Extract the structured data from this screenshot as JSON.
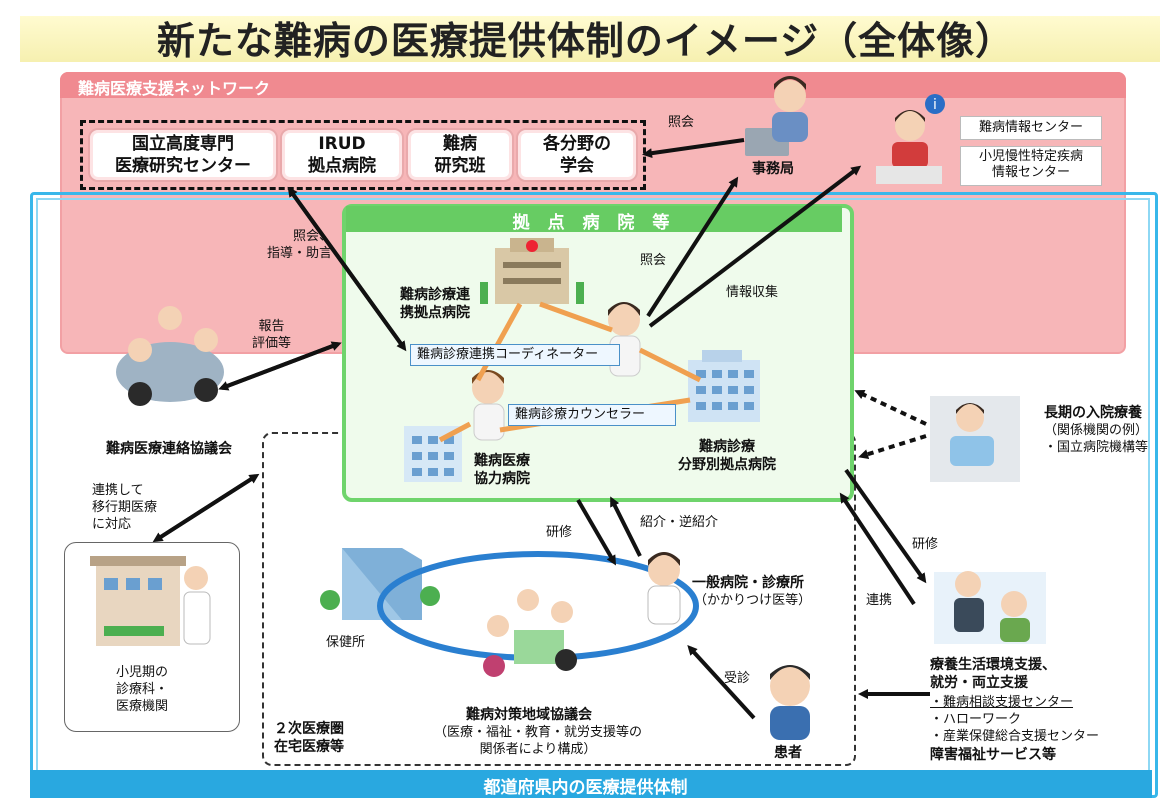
{
  "title": "新たな難病の医療提供体制のイメージ（全体像）",
  "network": {
    "header": "難病医療支援ネットワーク",
    "institutions": [
      {
        "line1": "国立高度専門",
        "line2": "医療研究センター"
      },
      {
        "line1": "IRUD",
        "line2": "拠点病院"
      },
      {
        "line1": "難病",
        "line2": "研究班"
      },
      {
        "line1": "各分野の",
        "line2": "学会"
      }
    ],
    "shokai_top": "照会",
    "jimukyoku": "事務局",
    "info_centers": [
      "難病情報センター",
      "小児慢性特定疾病",
      "情報センター"
    ]
  },
  "hub": {
    "header": "拠 点 病 院 等",
    "renkei_hospital": [
      "難病診療連",
      "携拠点病院"
    ],
    "coordinator": "難病診療連携コーディネーター",
    "counselor": "難病診療カウンセラー",
    "kyoryoku": [
      "難病医療",
      "協力病院"
    ],
    "bunya": [
      "難病診療",
      "分野別拠点病院"
    ],
    "shokai": "照会",
    "joho_shushu": "情報収集"
  },
  "left": {
    "shokai_shido": [
      "照会、",
      "指導・助言"
    ],
    "hokoku": [
      "報告",
      "評価等"
    ],
    "kyogikai": "難病医療連絡協議会",
    "renkei": [
      "連携して",
      "移行期医療",
      "に対応"
    ],
    "shoni": [
      "小児期の",
      "診療科・",
      "医療機関"
    ]
  },
  "right": {
    "choki": "長期の入院療養",
    "choki_sub": [
      "（関係機関の例）",
      "・国立病院機構等"
    ],
    "kenshu": "研修",
    "renkei": "連携",
    "ryoyo": [
      "療養生活環境支援、",
      "就労・両立支援"
    ],
    "ryoyo_list": [
      "・難病相談支援センター",
      "・ハローワーク",
      "・産業保健総合支援センター"
    ],
    "shogai": "障害福祉サービス等"
  },
  "community": {
    "kenshu": "研修",
    "shokai_gyaku": "紹介・逆紹介",
    "ippan": "一般病院・診療所",
    "kakaritsuke": "（かかりつけ医等）",
    "hokenjo": "保健所",
    "chiiki": "難病対策地域協議会",
    "chiiki_sub": [
      "（医療・福祉・教育・就労支援等の",
      "関係者により構成）"
    ],
    "niji": [
      "２次医療圏",
      "在宅医療等"
    ],
    "jushin": "受診",
    "kanja": "患者"
  },
  "footer": "都道府県内の医療提供体制",
  "colors": {
    "network_pink": "#f7b6b8",
    "hub_green": "#6fd46c",
    "pref_blue": "#38b7ea",
    "title_yellow": "#fff6c0"
  }
}
